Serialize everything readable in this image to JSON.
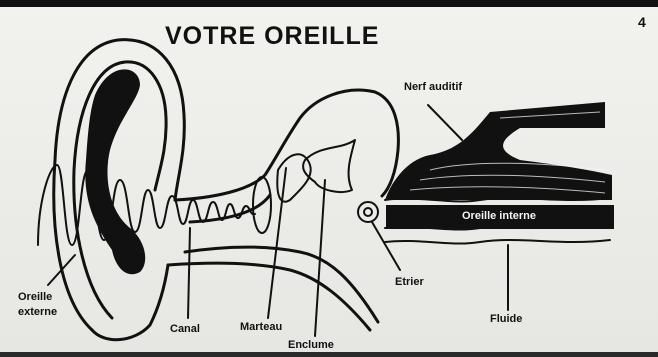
{
  "title": "VOTRE OREILLE",
  "page_number": "4",
  "labels": {
    "nerf": "Nerf auditif",
    "oreille_interne": "Oreille interne",
    "oreille_externe_1": "Oreille",
    "oreille_externe_2": "externe",
    "canal": "Canal",
    "marteau": "Marteau",
    "enclume": "Enclume",
    "etrier": "Etrier",
    "fluide": "Fluide"
  }
}
